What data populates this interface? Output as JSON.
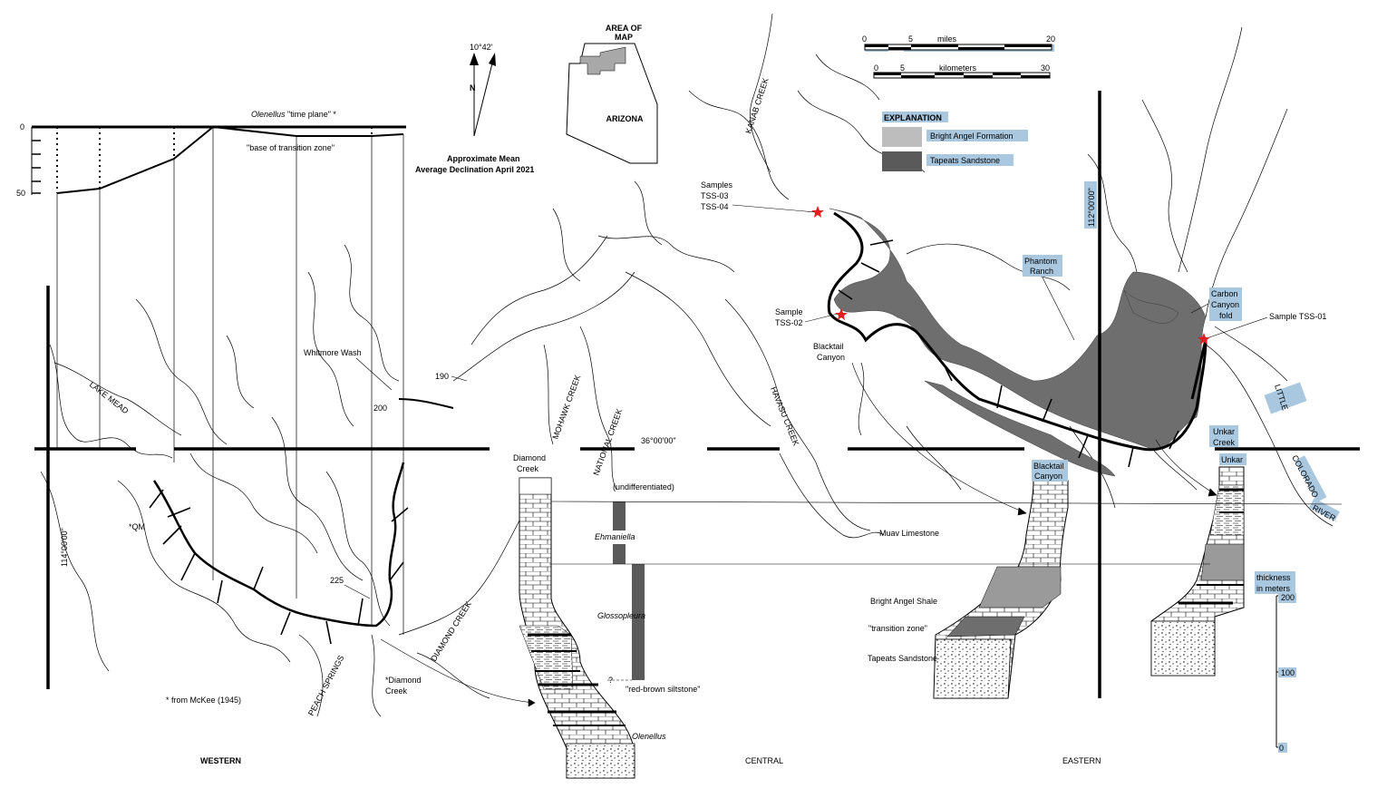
{
  "inset": {
    "area_of_map": "AREA OF\nMAP",
    "state": "ARIZONA"
  },
  "north_arrow": {
    "declination": "10°42'",
    "north": "N",
    "caption_line1": "Approximate Mean",
    "caption_line2": "Average Declination April 2021"
  },
  "scale_bars": {
    "miles": {
      "ticks": [
        "0",
        "5",
        "20"
      ],
      "unit": "miles"
    },
    "kilometers": {
      "ticks": [
        "0",
        "5",
        "30"
      ],
      "unit": "kilometers"
    }
  },
  "explanation": {
    "title": "EXPLANATION",
    "items": [
      {
        "label": "Bright Angel Formation",
        "color": "#bdbdbd"
      },
      {
        "label": "Tapeats Sandstone",
        "color": "#5a5a5a"
      }
    ]
  },
  "thickness_inset": {
    "ticks": [
      "0",
      "50"
    ],
    "olenellus_plane": "\"time plane\" *",
    "olenellus_plane_genus": "Olenellus",
    "base_transition": "\"base of transition zone\""
  },
  "map_labels": {
    "lake_mead": "LAKE MEAD",
    "whitmore_wash": "Whitmore Wash",
    "mile_190": "190",
    "mile_200": "200",
    "mile_225": "225",
    "qm": "*QM",
    "peach_springs": "PEACH SPRINGS",
    "diamond_creek_river": "DIAMOND CREEK",
    "diamond_creek_site": "*Diamond\nCreek",
    "mohawk_creek": "MOHAWK CREEK",
    "national_creek": "NATIONAL CREEK",
    "havasu_creek": "HAVASU CREEK",
    "kanab_creek": "KANAB CREEK",
    "lat": "36°00'00\"",
    "long_west": "114°00'00\"",
    "long_east": "112°00'00\"",
    "samples_303": "Samples\nTSS-03\nTSS-04",
    "sample_302": "Sample\nTSS-02",
    "blacktail_canyon_map": "Blacktail\nCanyon",
    "phantom_ranch": "Phantom\nRanch",
    "carbon_canyon": "Carbon\nCanyon\nfold",
    "sample_301": "Sample TSS-01",
    "little": "LITTLE",
    "colorado": "COLORADO",
    "river": "RIVER",
    "unkar_creek_map": "Unkar\nCreek",
    "mckee_note": "* from McKee (1945)"
  },
  "sections": {
    "diamond_creek": "Diamond\nCreek",
    "blacktail": "Blacktail\nCanyon",
    "unkar": "Unkar"
  },
  "zones": {
    "undifferentiated": "(undifferentiated)",
    "ehmaniella": "Ehmaniella",
    "glossopleura": "Glossopleura",
    "question": "?",
    "red_brown": "\"red-brown siltstone\"",
    "olenellus": "Olenellus",
    "muav": "Muav Limestone",
    "bright_angel": "Bright Angel Shale",
    "transition": "\"transition zone\"",
    "tapeats": "Tapeats Sandstone"
  },
  "thickness_scale": {
    "title": "thickness\nin meters",
    "ticks": [
      "200",
      "100",
      "0"
    ]
  },
  "regions": {
    "western": "WESTERN",
    "central": "CENTRAL",
    "eastern": "EASTERN"
  }
}
